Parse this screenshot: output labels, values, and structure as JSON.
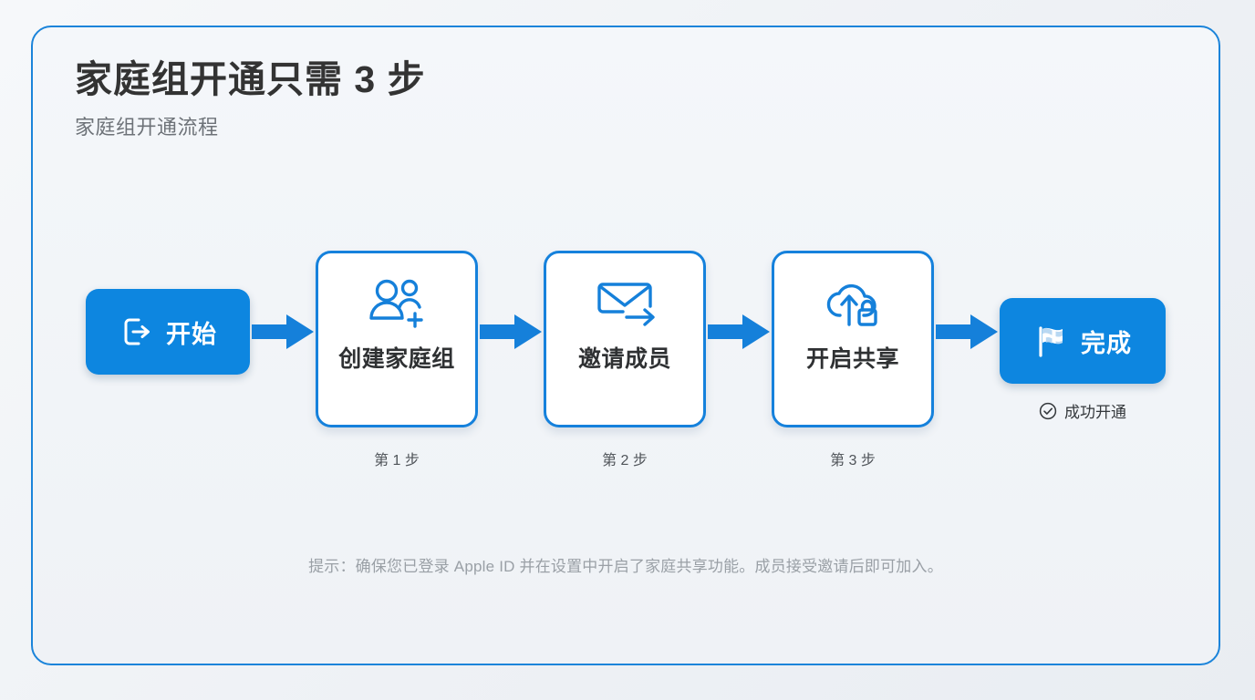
{
  "page": {
    "title": "家庭组开通只需 3 步",
    "subtitle": "家庭组开通流程",
    "tip": "提示：确保您已登录 Apple ID 并在设置中开启了家庭共享功能。成员接受邀请后即可加入。"
  },
  "colors": {
    "accent": "#0d86e0",
    "card_border": "#1581dc",
    "frame_border": "#1b84da",
    "background": "#f3f5f8",
    "title_text": "#333333",
    "subtitle_text": "#6d7278",
    "tip_text": "#9aa0a6"
  },
  "flow": {
    "start": {
      "label": "开始",
      "icon": "logout-arrow-icon"
    },
    "steps": [
      {
        "label": "创建家庭组",
        "step_tag": "第 1 步",
        "icon": "add-people-icon"
      },
      {
        "label": "邀请成员",
        "step_tag": "第 2 步",
        "icon": "envelope-send-icon"
      },
      {
        "label": "开启共享",
        "step_tag": "第 3 步",
        "icon": "cloud-upload-lock-icon"
      }
    ],
    "end": {
      "label": "完成",
      "icon": "checkered-flag-icon",
      "note": "成功开通",
      "note_icon": "check-circle-icon"
    },
    "connector_icon": "arrow-right-icon",
    "connector_count": 4
  }
}
